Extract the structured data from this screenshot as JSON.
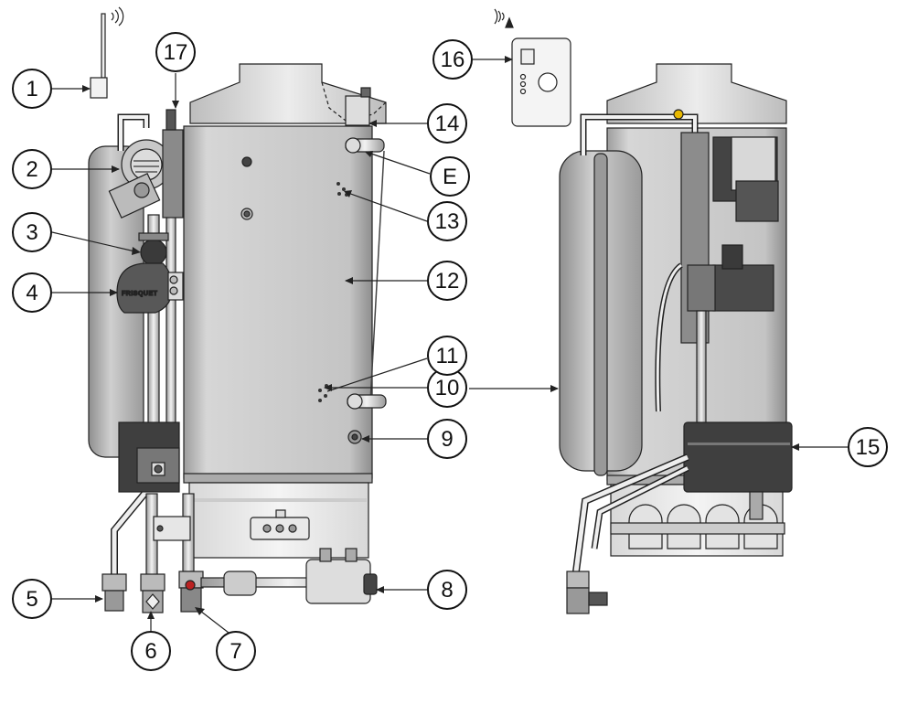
{
  "diagram": {
    "brand_label": "FRISQUET",
    "callouts": [
      {
        "id": "c1",
        "label": "1"
      },
      {
        "id": "c2",
        "label": "2"
      },
      {
        "id": "c3",
        "label": "3"
      },
      {
        "id": "c4",
        "label": "4"
      },
      {
        "id": "c5",
        "label": "5"
      },
      {
        "id": "c6",
        "label": "6"
      },
      {
        "id": "c7",
        "label": "7"
      },
      {
        "id": "c8",
        "label": "8"
      },
      {
        "id": "c9",
        "label": "9"
      },
      {
        "id": "c10",
        "label": "10"
      },
      {
        "id": "c11",
        "label": "11"
      },
      {
        "id": "c12",
        "label": "12"
      },
      {
        "id": "c13",
        "label": "13"
      },
      {
        "id": "c14",
        "label": "14"
      },
      {
        "id": "c15",
        "label": "15"
      },
      {
        "id": "c16",
        "label": "16"
      },
      {
        "id": "c17",
        "label": "17"
      },
      {
        "id": "cE",
        "label": "E"
      }
    ],
    "colors": {
      "tank_body": "#cfcfcf",
      "tank_shade": "#a9a9a9",
      "dark_part": "#3c3c3c",
      "outline": "#222222"
    },
    "icons": [
      "wireless-signal-icon",
      "remote-thermostat-icon",
      "outdoor-sensor-icon"
    ]
  }
}
